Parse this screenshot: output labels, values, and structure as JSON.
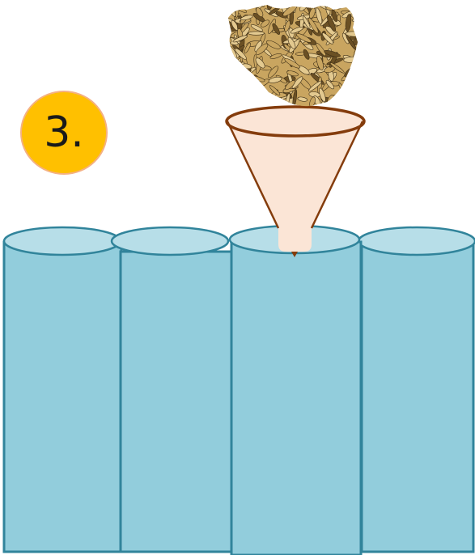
{
  "badge": {
    "text": "3.",
    "fill": "#FFC000",
    "outline": "#F4B183"
  },
  "colors": {
    "silo_fill": "#92CDDC",
    "silo_top_fill": "#B7DEE8",
    "silo_stroke": "#31849B",
    "funnel_fill": "#FBE5D6",
    "funnel_stroke": "#843C0C",
    "grain_light": "#E3C98F",
    "grain_mid": "#C9A560",
    "grain_dark": "#6B5024",
    "grain_shadow": "#3E2F17"
  },
  "silos": {
    "count": 4,
    "target_index": 3
  },
  "illustration": {
    "funnel": "funnel-icon",
    "grain": "grain-pile-image"
  }
}
